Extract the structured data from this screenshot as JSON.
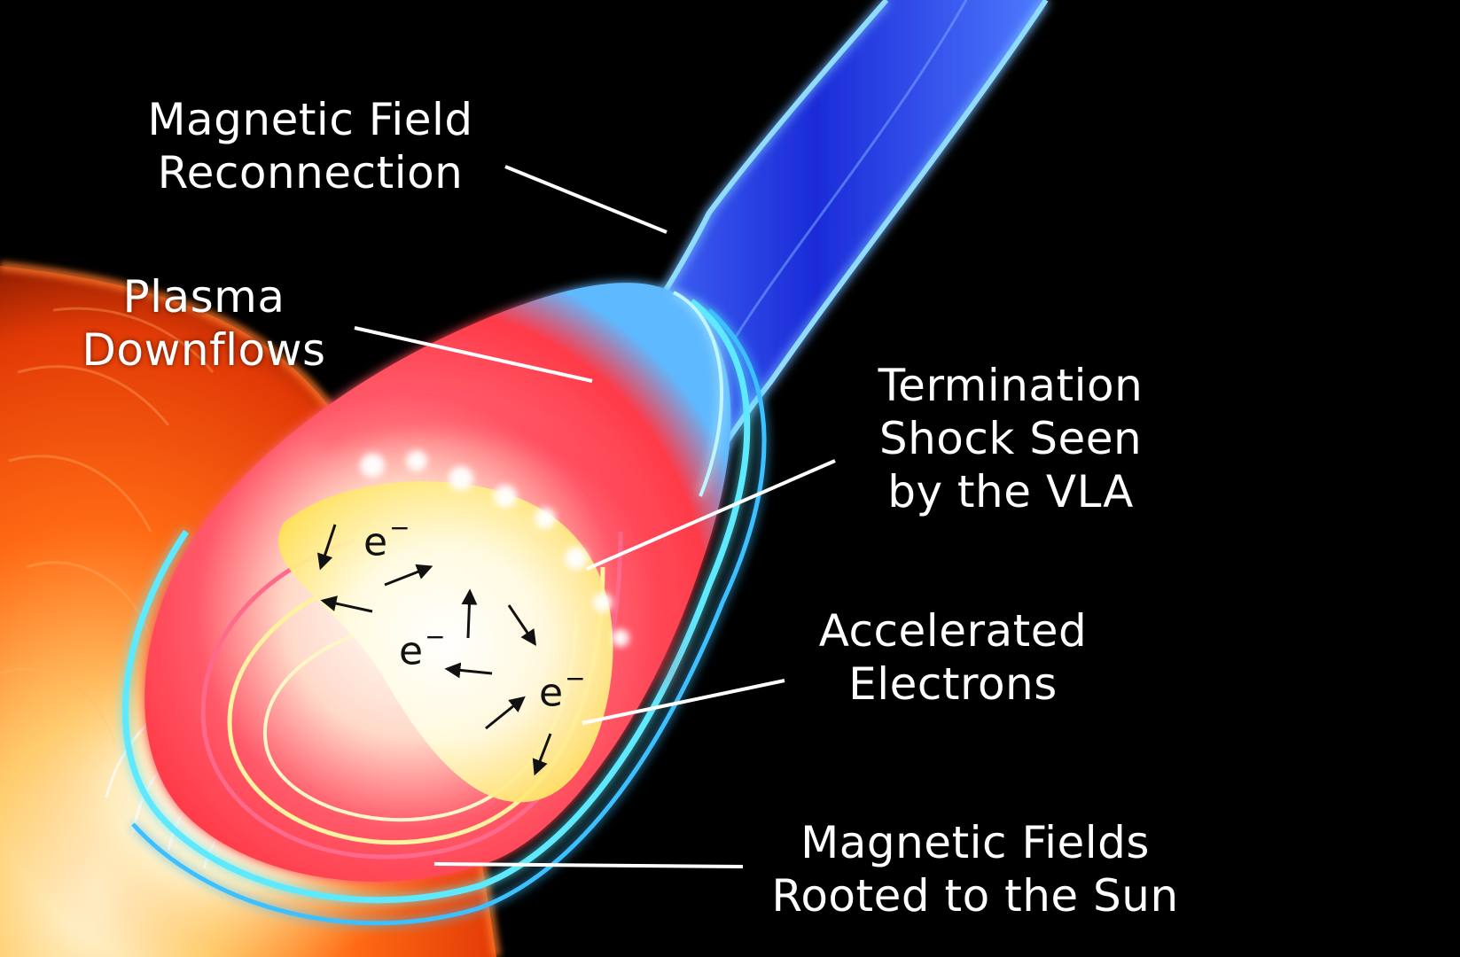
{
  "labels": {
    "reconnection": [
      "Magnetic Field",
      "Reconnection"
    ],
    "downflows": [
      "Plasma",
      "Downflows"
    ],
    "shock": [
      "Termination",
      "Shock Seen",
      "by the VLA"
    ],
    "electrons": [
      "Accelerated",
      "Electrons"
    ],
    "rooted": [
      "Magnetic Fields",
      "Rooted to the Sun"
    ]
  },
  "electron_symbol": "e",
  "electron_charge": "−",
  "colors": {
    "background": "#000000",
    "sun": "#ff5a10",
    "sun_hot": "#fff4d6",
    "field_blue": "#1f3cff",
    "field_cyan": "#5fe9ff",
    "plasma_red": "#ff4a3a",
    "electron_yellow": "#ffe96a",
    "label": "#ffffff"
  }
}
